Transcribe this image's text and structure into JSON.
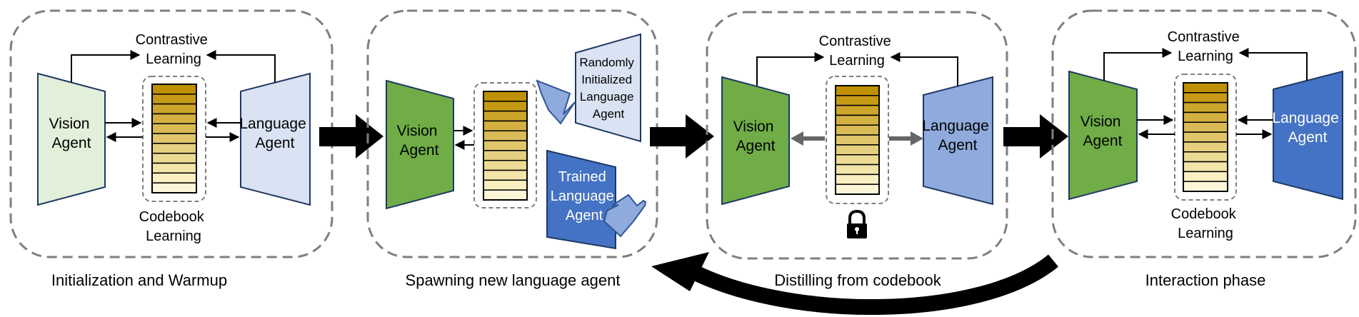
{
  "panels": [
    {
      "caption": "Initialization and Warmup",
      "vision_agent": [
        "Vision",
        "Agent"
      ],
      "language_agent": [
        "Language",
        "Agent"
      ],
      "top_label": [
        "Contrastive",
        "Learning"
      ],
      "bottom_label": [
        "Codebook",
        "Learning"
      ]
    },
    {
      "caption": "Spawning new language agent",
      "vision_agent": [
        "Vision",
        "Agent"
      ],
      "random_agent": [
        "Randomly",
        "Initialized",
        "Language",
        "Agent"
      ],
      "trained_agent": [
        "Trained",
        "Language",
        "Agent"
      ]
    },
    {
      "caption": "Distilling from codebook",
      "vision_agent": [
        "Vision",
        "Agent"
      ],
      "language_agent": [
        "Language",
        "Agent"
      ],
      "top_label": [
        "Contrastive",
        "Learning"
      ],
      "lock_icon": "lock-icon"
    },
    {
      "caption": "Interaction phase",
      "vision_agent": [
        "Vision",
        "Agent"
      ],
      "language_agent": [
        "Language",
        "Agent"
      ],
      "top_label": [
        "Contrastive",
        "Learning"
      ],
      "bottom_label": [
        "Codebook",
        "Learning"
      ]
    }
  ],
  "colors": {
    "vision_light": "#e2efd9",
    "vision_green": "#70ad47",
    "language_light": "#dae3f3",
    "language_mid": "#8faadc",
    "language_dark": "#4472c4",
    "panel_border": "#7f7f7f",
    "codebook_gradient": [
      "#bf9000",
      "#c69a15",
      "#cca52b",
      "#d3b040",
      "#d9ba55",
      "#e0c56b",
      "#e6d080",
      "#ecdb95",
      "#f3e5aa",
      "#f9efc0",
      "#fdf5d7"
    ]
  }
}
